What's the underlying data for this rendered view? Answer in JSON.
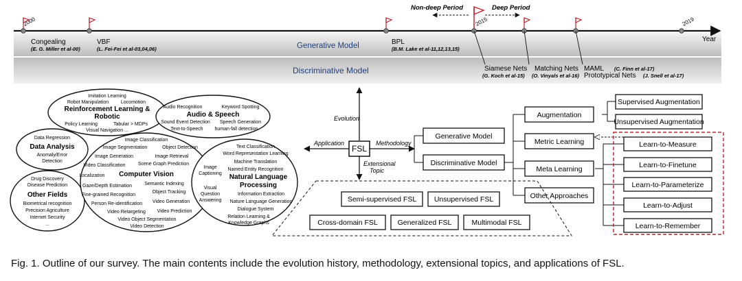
{
  "timeline": {
    "year_start": "2000",
    "year_2015": "2015",
    "year_end": "2019",
    "axis_label": "Year",
    "non_deep_label": "Non-deep Period",
    "deep_label": "Deep Period",
    "generative_band": "Generative Model",
    "discriminative_band": "Discriminative Model",
    "milestones": [
      {
        "name": "Congealing",
        "ref": "(E. G. Miller et al-00)"
      },
      {
        "name": "VBF",
        "ref": "(L. Fei-Fei et al-03,04,06)"
      },
      {
        "name": "BPL",
        "ref": "(B.M. Lake et al-11,12,13,15)"
      },
      {
        "name": "Siamese Nets",
        "ref": "(G. Koch et al-15)"
      },
      {
        "name": "Matching Nets",
        "ref": "(O. Vinyals et al-16)"
      },
      {
        "name": "MAML",
        "ref": "(C. Finn et al-17)"
      },
      {
        "name": "Prototypical Nets",
        "ref": "(J. Snell et al-17)"
      }
    ]
  },
  "center": {
    "label": "FSL",
    "evolution": "Evolution",
    "application": "Application",
    "methodology": "Methodology",
    "extensional": "Extensional",
    "topic": "Topic"
  },
  "methodology": {
    "generative": "Generative Model",
    "discriminative": "Discriminative Model",
    "augmentation": "Augmentation",
    "metric": "Metric Learning",
    "meta": "Meta Learning",
    "other": "Other Approaches",
    "supervised_aug": "Supervised Augmentation",
    "unsupervised_aug": "Unsupervised Augmentation",
    "meta_items": [
      "Learn-to-Measure",
      "Learn-to-Finetune",
      "Learn-to-Parameterize",
      "Learn-to-Adjust",
      "Learn-to-Remember"
    ]
  },
  "extensional_topics": [
    "Semi-supervised FSL",
    "Unsupervised FSL",
    "Cross-domain FSL",
    "Generalized FSL",
    "Multimodal FSL"
  ],
  "applications": {
    "rl": {
      "title1": "Reinforcement Learning &",
      "title2": "Robotic",
      "items": [
        "Imitation Learning",
        "Robot Manipulation",
        "Locomotion",
        "Policy Learning",
        "Tabular > MDPs",
        "Visual Navigation ..."
      ]
    },
    "audio": {
      "title": "Audio & Speech",
      "items": [
        "Audio Recognition",
        "Keyword Spotting",
        "Sound Event Detection",
        "Speech Generation",
        "Text-to-Speech",
        "human-fall detection"
      ]
    },
    "data": {
      "title": "Data Analysis",
      "items": [
        "Data Regression",
        "Anomaly/Error",
        "Detection"
      ]
    },
    "other": {
      "title": "Other Fields",
      "items": [
        "Drug Discovery",
        "Disease Prediction",
        "Biometrical recognition",
        "Precision Agriculture",
        "Internet Security",
        "..."
      ]
    },
    "cv": {
      "title": "Computer Vision",
      "items": [
        "Image Classification",
        "Image Segmentation",
        "Object Detection",
        "Image Generation",
        "Image Retrieval",
        "Video Classification",
        "Scene Graph Prediction",
        "Localization",
        "Semantic Indexing",
        "Gaze/Depth Estimation",
        "Object Tracking",
        "Fine-grained Recognition",
        "Video Generation",
        "Person Re-identification",
        "Video Prediction",
        "Video Retargeting",
        "Video Object Segmentation",
        "Video Detection"
      ]
    },
    "nlp": {
      "title1": "Natural Language",
      "title2": "Processing",
      "items": [
        "Text Classification",
        "Word Representation Learning",
        "Machine Translation",
        "Named Entity Recognition",
        "Information Extraction",
        "Nature Language Generation",
        "Dialogue System",
        "Relation Learning &",
        "Knowledge Graphs"
      ],
      "side": [
        "Image",
        "Captioning",
        "Visual",
        "Question",
        "Answering"
      ]
    }
  },
  "caption": "Fig. 1. Outline of our survey. The main contents include the evolution history, methodology, extensional topics, and applications of FSL."
}
